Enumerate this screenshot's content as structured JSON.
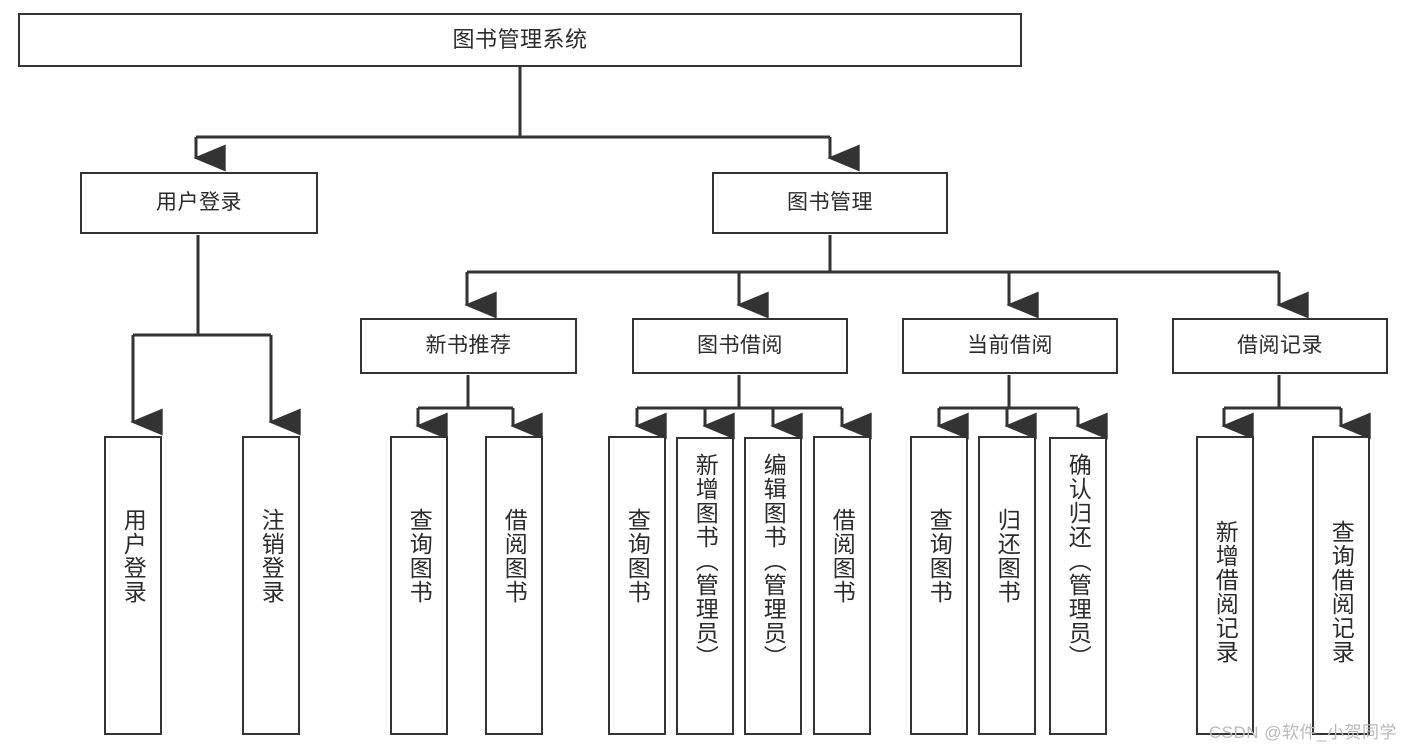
{
  "diagram": {
    "type": "tree-hierarchy-chart",
    "title": "图书管理系统",
    "colors": {
      "box_border": "#333333",
      "box_fill": "#ffffff",
      "text": "#2b2b2b",
      "connector": "#333333",
      "watermark": "#b9b9b9",
      "background": "#ffffff"
    },
    "root": {
      "label": "图书管理系统"
    },
    "level2": [
      {
        "label": "用户登录"
      },
      {
        "label": "图书管理"
      }
    ],
    "level3": [
      {
        "label": "新书推荐"
      },
      {
        "label": "图书借阅"
      },
      {
        "label": "当前借阅"
      },
      {
        "label": "借阅记录"
      }
    ],
    "leaves": {
      "user_login": [
        {
          "label": "用户登录"
        },
        {
          "label": "注销登录"
        }
      ],
      "new_book_recommend": [
        {
          "label": "查询图书"
        },
        {
          "label": "借阅图书"
        }
      ],
      "book_borrow": [
        {
          "label": "查询图书"
        },
        {
          "label": "新增图书（管理员）"
        },
        {
          "label": "编辑图书（管理员）"
        },
        {
          "label": "借阅图书"
        }
      ],
      "current_borrow": [
        {
          "label": "查询图书"
        },
        {
          "label": "归还图书"
        },
        {
          "label": "确认归还（管理员）"
        }
      ],
      "borrow_record": [
        {
          "label": "新增借阅记录"
        },
        {
          "label": "查询借阅记录"
        }
      ]
    },
    "watermark": "CSDN @软件_小贺同学"
  }
}
